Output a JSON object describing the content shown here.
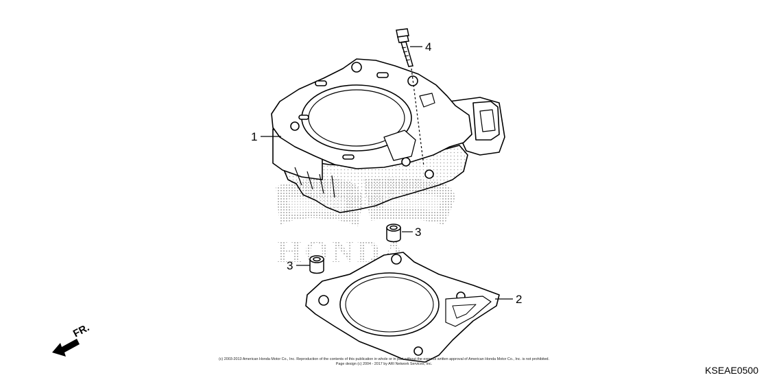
{
  "diagram": {
    "callouts": [
      {
        "id": "1",
        "label": "1"
      },
      {
        "id": "2",
        "label": "2"
      },
      {
        "id": "3a",
        "label": "3"
      },
      {
        "id": "3b",
        "label": "3"
      },
      {
        "id": "4",
        "label": "4"
      }
    ],
    "direction_arrow": {
      "label": "FR.",
      "icon": "front-direction-arrow-icon"
    },
    "watermark": {
      "text": "HONDA",
      "icon": "honda-wing-logo-icon",
      "color": "#9a9a9a"
    }
  },
  "footer": {
    "copyright_line1": "(c) 2003-2013 American Honda Motor Co., Inc. Reproduction of the contents of this publication in whole or in part without the express written approval of American Honda Motor Co., Inc. is not prohibited.",
    "copyright_line2": "Page design (c) 2004 - 2017 by ARI Network Services, Inc.",
    "reference_code": "KSEAE0500"
  },
  "colors": {
    "line": "#000000",
    "background": "#ffffff",
    "watermark_dots": "#8c8c8c"
  }
}
